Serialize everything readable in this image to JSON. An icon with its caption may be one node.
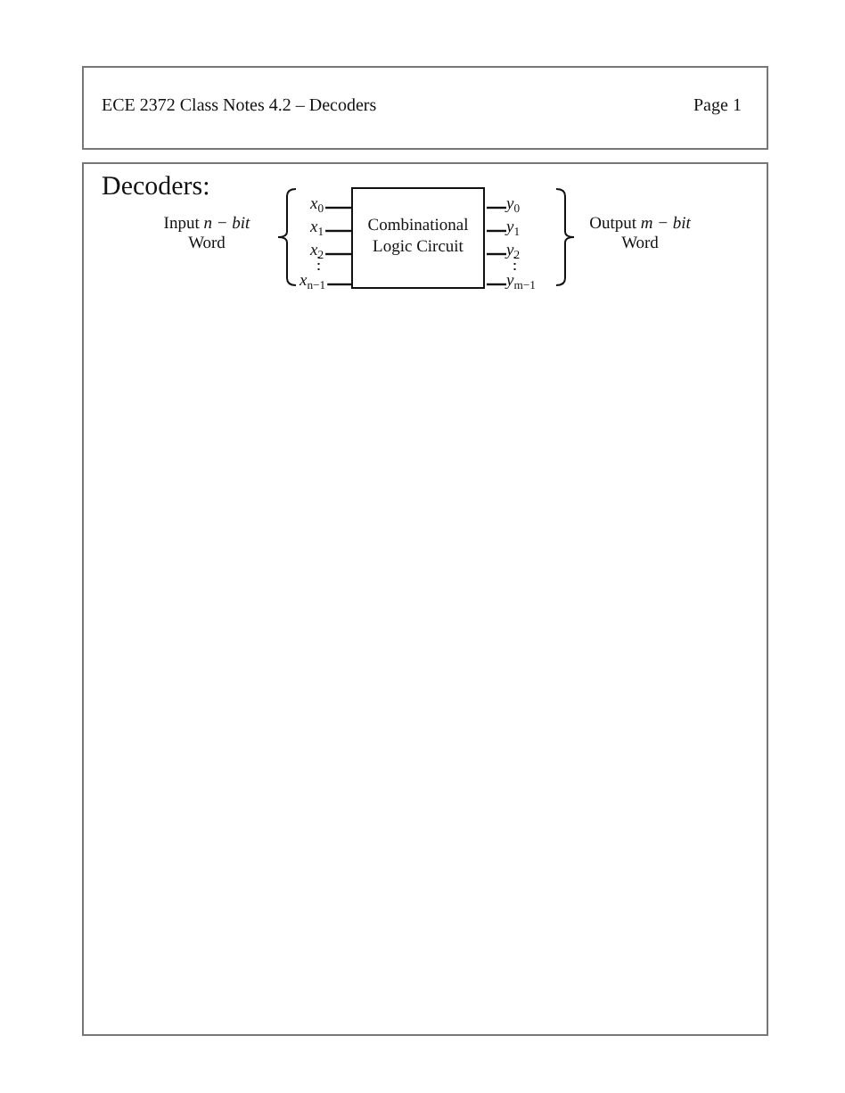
{
  "diagram": {
    "title": "Decoders:",
    "nodes": [
      {
        "text": [
          "*x*$_{0}$"
        ]
      },
      {
        "text": [
          "*x*$_{1}$"
        ]
      },
      {
        "text": [
          "*x*$_{2}$"
        ]
      },
      {
        "text": [
          "*x*$_{n−1}$"
        ]
      },
      {
        "text": [
          "Combinational Logic Circuit"
        ]
      },
      {
        "text": [
          "*y*$_{0}$"
        ]
      },
      {
        "text": [
          "*y*$_{1}$"
        ]
      },
      {
        "text": [
          "*y*$_{2}$"
        ]
      },
      {
        "text": [
          "*y*$_{m−1}$"
        ]
      }
    ],
    "edges": [
      {
        "from": 0,
        "to": 4,
        "arrow": "none"
      },
      {
        "from": 1,
        "to": 4,
        "arrow": "none"
      },
      {
        "from": 2,
        "to": 4,
        "arrow": "none"
      },
      {
        "from": 3,
        "to": 4,
        "arrow": "none"
      },
      {
        "from": 4,
        "to": 5,
        "arrow": "none"
      },
      {
        "from": 4,
        "to": 6,
        "arrow": "none"
      },
      {
        "from": 4,
        "to": 7,
        "arrow": "none"
      },
      {
        "from": 4,
        "to": 8,
        "arrow": "none"
      }
    ],
    "labels": [
      "ECE 2372 Class Notes 4.2 – Decoders",
      "Page 1",
      "Input *n − bit* Word",
      "⋮",
      "⋮",
      "Output *m − bit* Word"
    ]
  }
}
